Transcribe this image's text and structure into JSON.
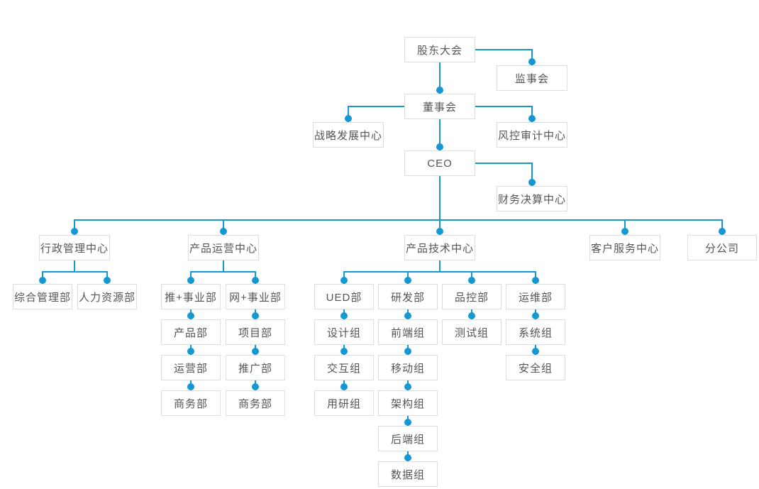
{
  "page": {
    "background": "#ffffff"
  },
  "colors": {
    "connector_line": "#1398d2",
    "connector_dot": "#1398d2",
    "box_border": "#dddddd",
    "box_background": "#ffffff",
    "box_text": "#555555"
  },
  "org": {
    "nodes": [
      {
        "id": "shareholders",
        "label": "股东大会",
        "parent": null
      },
      {
        "id": "supervisory",
        "label": "监事会",
        "parent": "shareholders"
      },
      {
        "id": "board",
        "label": "董事会",
        "parent": "shareholders"
      },
      {
        "id": "strategy",
        "label": "战略发展中心",
        "parent": "board"
      },
      {
        "id": "risk",
        "label": "风控审计中心",
        "parent": "board"
      },
      {
        "id": "ceo",
        "label": "CEO",
        "parent": "board"
      },
      {
        "id": "finance",
        "label": "财务决算中心",
        "parent": "ceo"
      },
      {
        "id": "admin",
        "label": "行政管理中心",
        "parent": "ceo"
      },
      {
        "id": "ops",
        "label": "产品运营中心",
        "parent": "ceo"
      },
      {
        "id": "tech",
        "label": "产品技术中心",
        "parent": "ceo"
      },
      {
        "id": "service",
        "label": "客户服务中心",
        "parent": "ceo"
      },
      {
        "id": "branch",
        "label": "分公司",
        "parent": "ceo"
      },
      {
        "id": "general",
        "label": "综合管理部",
        "parent": "admin"
      },
      {
        "id": "hr",
        "label": "人力资源部",
        "parent": "admin"
      },
      {
        "id": "tui",
        "label": "推+事业部",
        "parent": "ops"
      },
      {
        "id": "wang",
        "label": "网+事业部",
        "parent": "ops"
      },
      {
        "id": "ued",
        "label": "UED部",
        "parent": "tech"
      },
      {
        "id": "rd",
        "label": "研发部",
        "parent": "tech"
      },
      {
        "id": "qc",
        "label": "品控部",
        "parent": "tech"
      },
      {
        "id": "devops",
        "label": "运维部",
        "parent": "tech"
      },
      {
        "id": "product",
        "label": "产品部",
        "parent": "tui"
      },
      {
        "id": "project",
        "label": "项目部",
        "parent": "wang"
      },
      {
        "id": "design",
        "label": "设计组",
        "parent": "ued"
      },
      {
        "id": "frontend",
        "label": "前端组",
        "parent": "rd"
      },
      {
        "id": "testing",
        "label": "测试组",
        "parent": "qc"
      },
      {
        "id": "system",
        "label": "系统组",
        "parent": "devops"
      },
      {
        "id": "operation",
        "label": "运营部",
        "parent": "product"
      },
      {
        "id": "promotion",
        "label": "推广部",
        "parent": "project"
      },
      {
        "id": "interaction",
        "label": "交互组",
        "parent": "design"
      },
      {
        "id": "mobile",
        "label": "移动组",
        "parent": "frontend"
      },
      {
        "id": "security",
        "label": "安全组",
        "parent": "system"
      },
      {
        "id": "biz1",
        "label": "商务部",
        "parent": "operation"
      },
      {
        "id": "biz2",
        "label": "商务部",
        "parent": "promotion"
      },
      {
        "id": "research",
        "label": "用研组",
        "parent": "interaction"
      },
      {
        "id": "arch",
        "label": "架构组",
        "parent": "mobile"
      },
      {
        "id": "backend",
        "label": "后端组",
        "parent": "arch"
      },
      {
        "id": "data",
        "label": "数据组",
        "parent": "backend"
      }
    ]
  }
}
